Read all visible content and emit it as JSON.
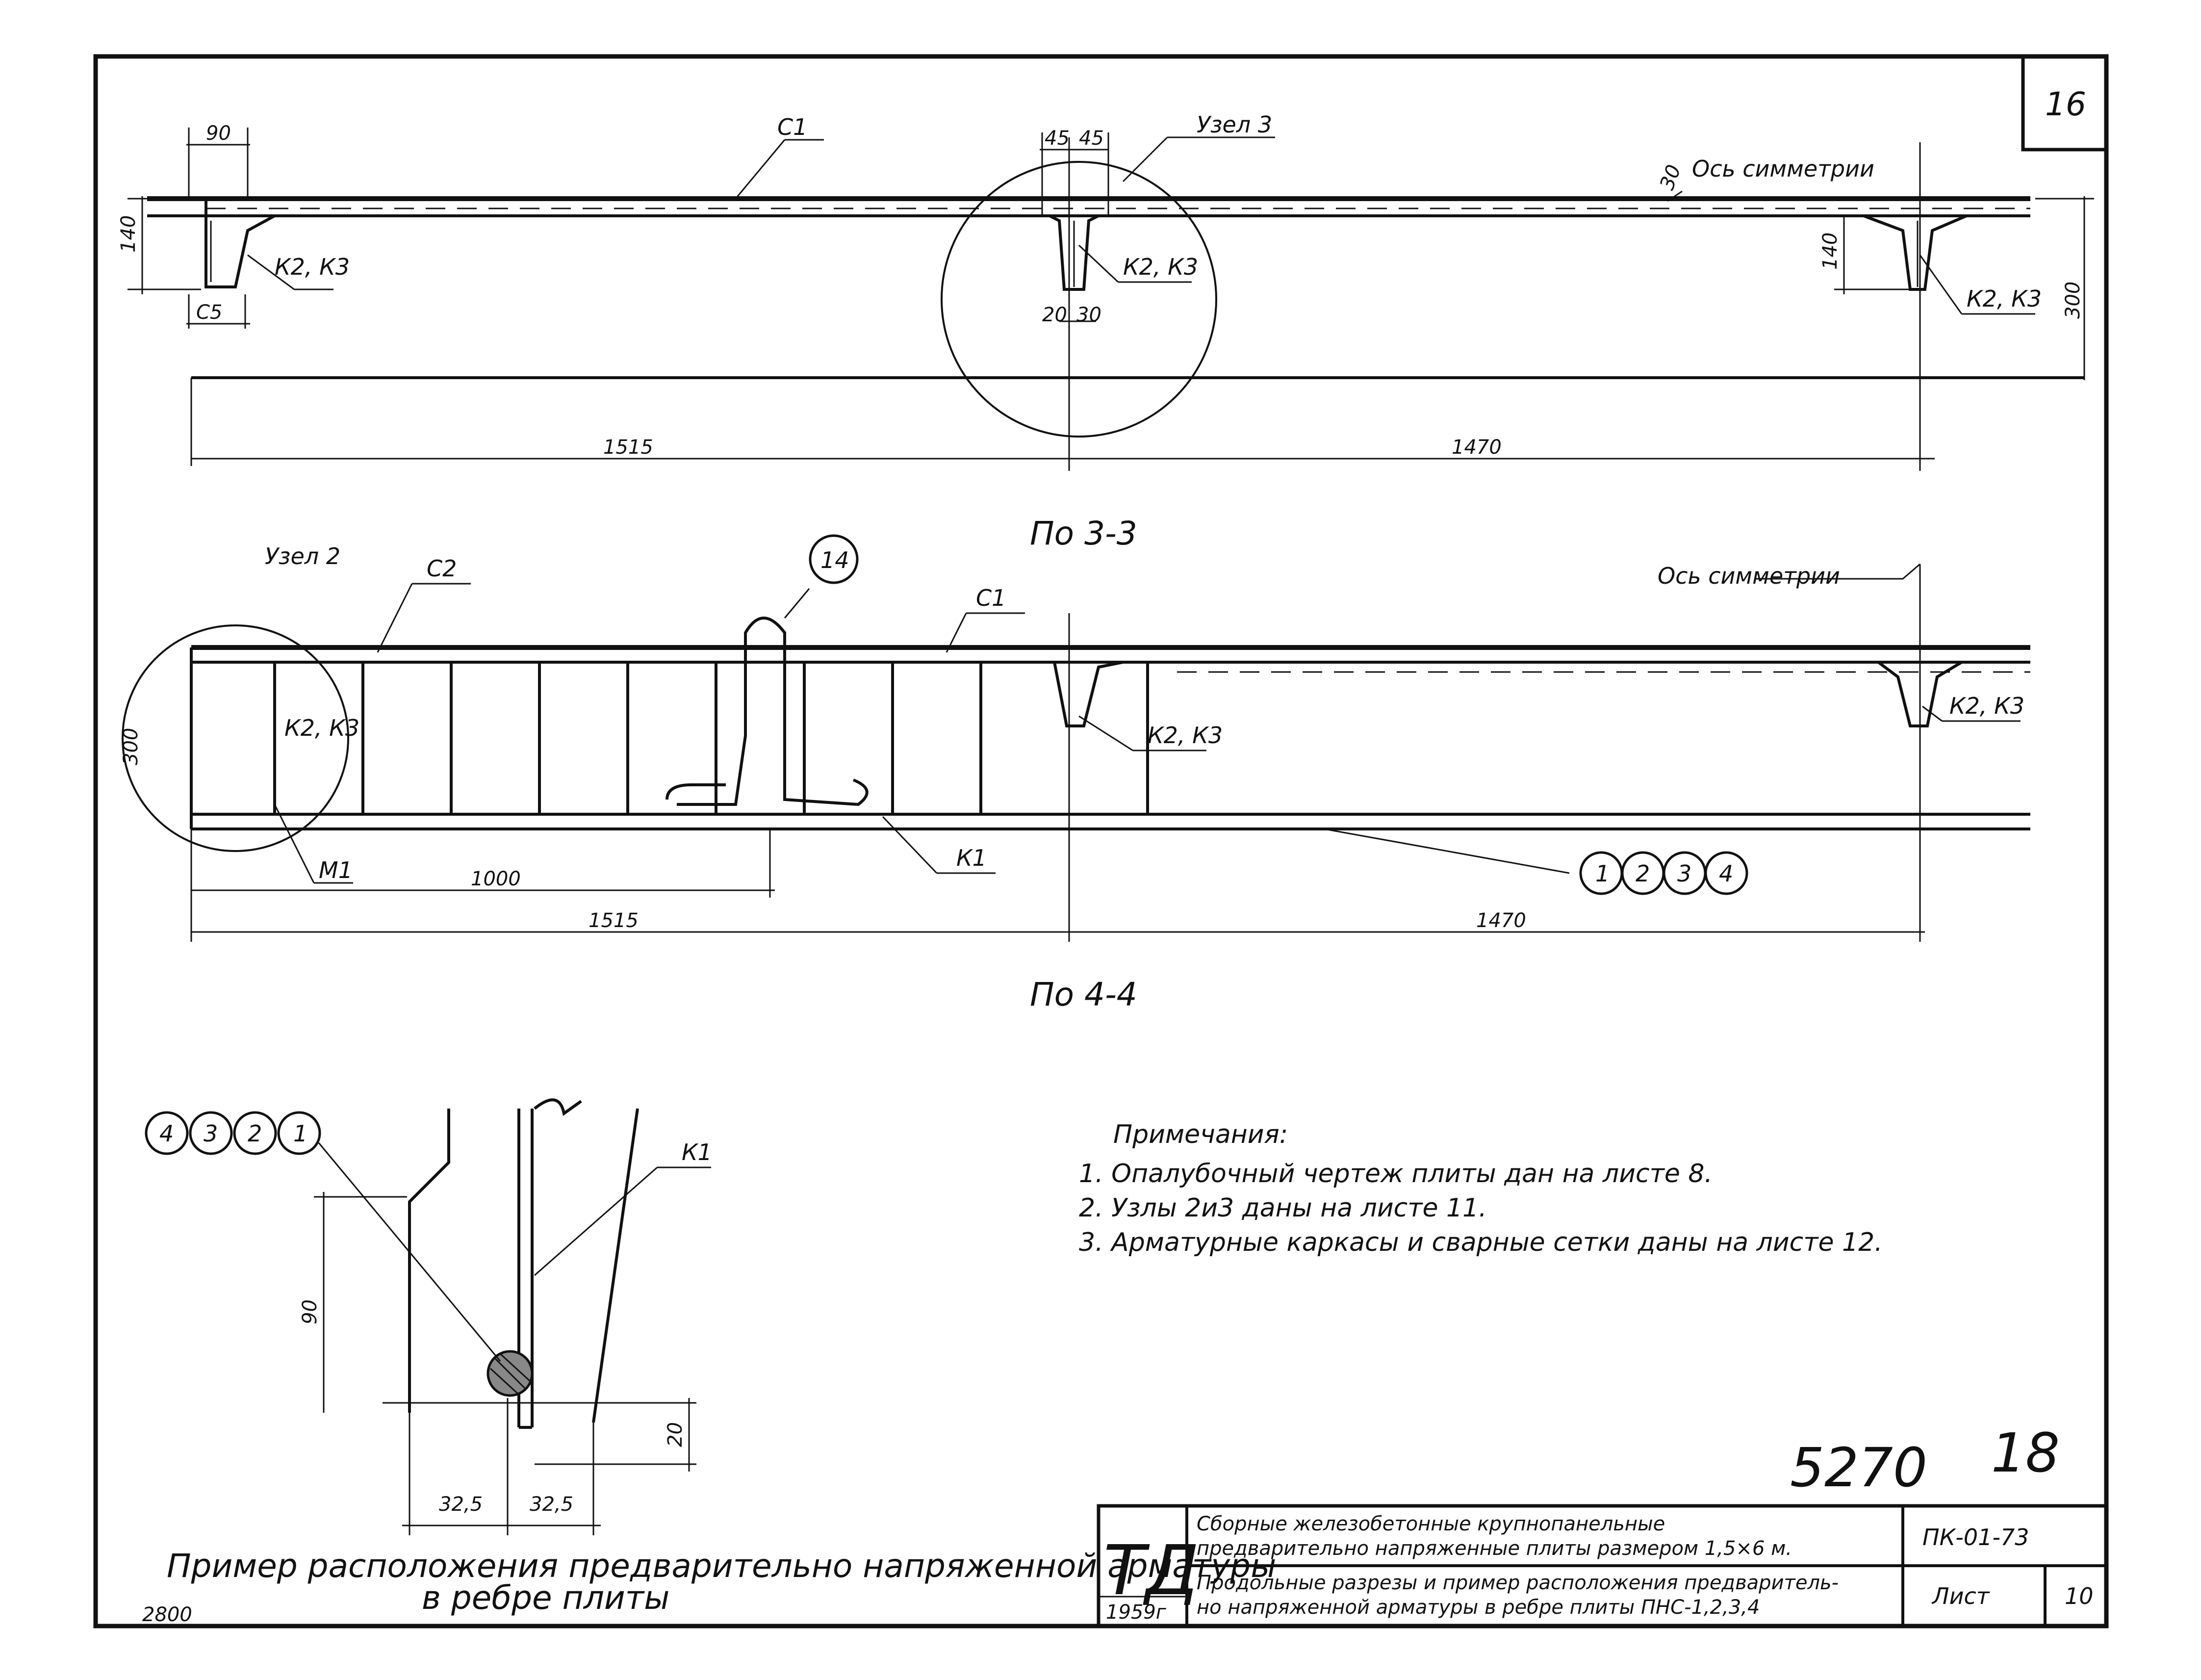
{
  "sheet": {
    "corner_number": "16",
    "big_number": "5270",
    "big_number_2": "18",
    "stamp_id": "2800"
  },
  "section_3_3": {
    "title": "По 3-3",
    "labels": {
      "c1": "С1",
      "c5": "С5",
      "node3": "Узел 3",
      "axis": "Ось симметрии",
      "k2k3": "К2, К3"
    },
    "dims": {
      "d90": "90",
      "d140": "140",
      "d45a": "45",
      "d45b": "45",
      "d20": "20",
      "d30": "30",
      "d30b": "30",
      "d140b": "140",
      "d300": "300",
      "d1515": "1515",
      "d1470": "1470"
    }
  },
  "section_4_4": {
    "title": "По 4-4",
    "labels": {
      "node2": "Узел 2",
      "c2": "С2",
      "c1": "С1",
      "axis": "Ось симметрии",
      "k2k3": "К2, К3",
      "m1": "М1",
      "k1": "К1",
      "pos14": "14",
      "pos1": "1",
      "pos2": "2",
      "pos3": "3",
      "pos4": "4"
    },
    "dims": {
      "d300": "300",
      "d1000": "1000",
      "d1515": "1515",
      "d1470": "1470"
    }
  },
  "detail": {
    "caption_line1": "Пример расположения предварительно напряженной арматуры",
    "caption_line2": "в ребре плиты",
    "labels": {
      "k1": "К1",
      "pos4": "4",
      "pos3": "3",
      "pos2": "2",
      "pos1": "1"
    },
    "dims": {
      "d90": "90",
      "d20": "20",
      "d32a": "32,5",
      "d32b": "32,5"
    }
  },
  "notes": {
    "heading": "Примечания:",
    "items": [
      "1. Опалубочный чертеж плиты дан на листе 8.",
      "2. Узлы 2и3 даны на листе 11.",
      "3. Арматурные каркасы и сварные сетки даны на листе 12."
    ]
  },
  "title_block": {
    "logo": "ТД",
    "year": "1959г",
    "desc_line1": "Сборные железобетонные крупнопанельные",
    "desc_line2": "предварительно напряженные плиты размером 1,5×6 м.",
    "desc_line3": "Продольные разрезы и пример расположения предваритель-",
    "desc_line4": "но напряженной арматуры в ребре плиты ПНС-1,2,3,4",
    "code": "ПК-01-73",
    "sheet_label": "Лист",
    "sheet_number": "10"
  }
}
